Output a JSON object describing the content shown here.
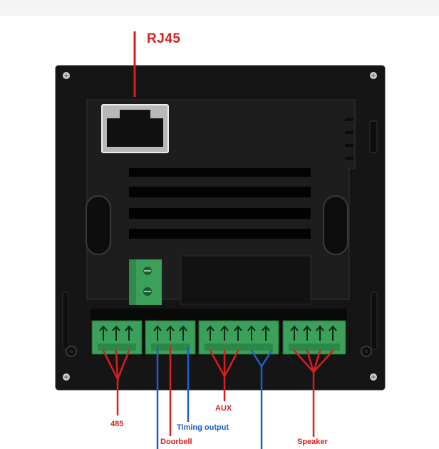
{
  "labels": {
    "rj45": "RJ45",
    "rs485": "485",
    "doorbell": "Doorbell",
    "timing_output": "Timing output",
    "aux": "AUX",
    "speaker": "Speaker"
  },
  "colors": {
    "label_red": "#d81e1e",
    "label_blue": "#1e5fc8",
    "panel": "#141414",
    "terminal_green": "#3aa05a"
  }
}
